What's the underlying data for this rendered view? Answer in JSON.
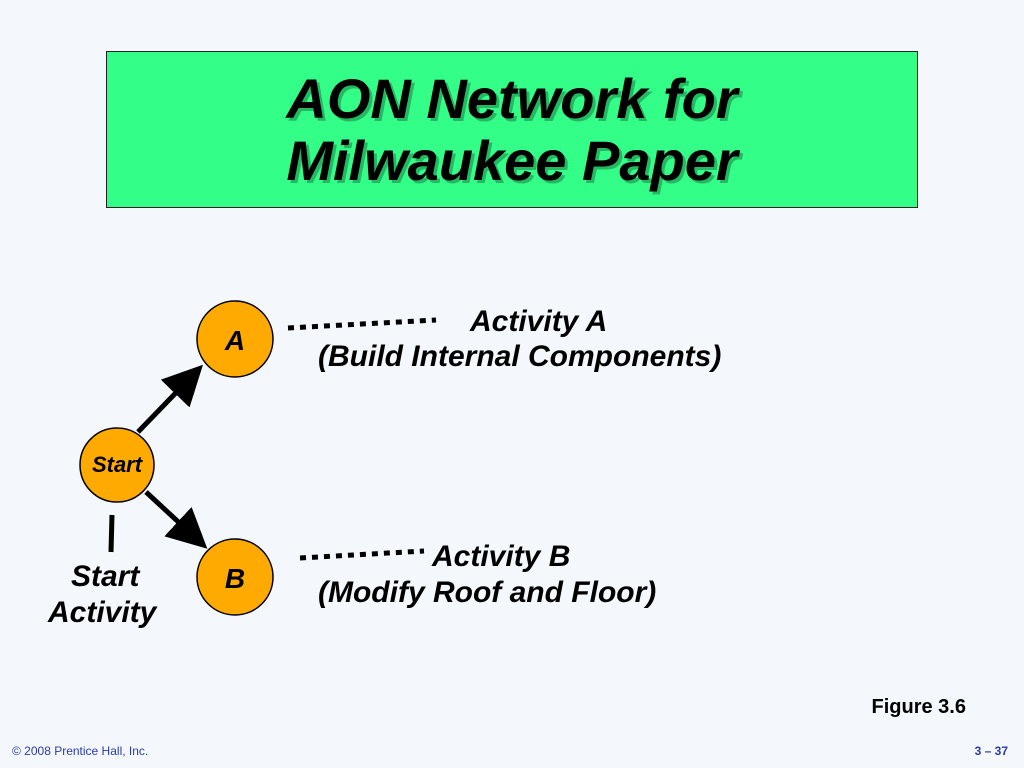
{
  "title": {
    "line1": "AON Network for",
    "line2": "Milwaukee Paper"
  },
  "nodes": {
    "start": "Start",
    "a": "A",
    "b": "B"
  },
  "callouts": {
    "activity_a": {
      "line1": "Activity A",
      "line2": "(Build Internal Components)"
    },
    "activity_b": {
      "line1": "Activity B",
      "line2": "(Modify Roof and Floor)"
    },
    "start_activity": {
      "line1": "Start",
      "line2": "Activity"
    }
  },
  "figure_label": "Figure 3.6",
  "footer": {
    "copyright": "© 2008 Prentice Hall, Inc.",
    "page": "3 – 37"
  },
  "colors": {
    "title_bg": "#33ff88",
    "node_fill": "#ffaa00",
    "footer_text": "#2b3aa8"
  }
}
